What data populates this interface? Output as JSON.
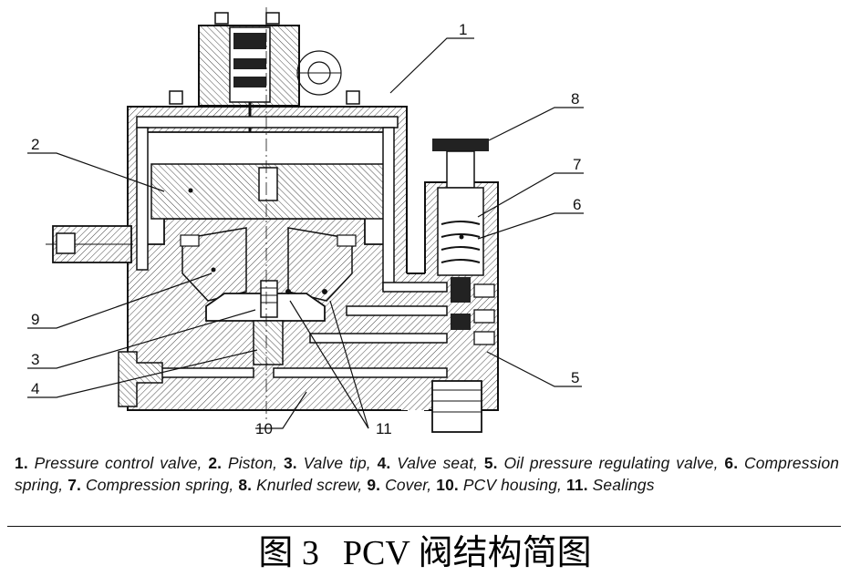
{
  "callouts": {
    "c1": "1",
    "c2": "2",
    "c3": "3",
    "c4": "4",
    "c5": "5",
    "c6": "6",
    "c7": "7",
    "c8": "8",
    "c9": "9",
    "c10": "10",
    "c11": "11"
  },
  "legend": [
    {
      "num": "1.",
      "name": "Pressure control valve,"
    },
    {
      "num": "2.",
      "name": "Piston,"
    },
    {
      "num": "3.",
      "name": "Valve tip,"
    },
    {
      "num": "4.",
      "name": "Valve seat,"
    },
    {
      "num": "5.",
      "name": "Oil pressure regulating valve,"
    },
    {
      "num": "6.",
      "name": "Compression spring,"
    },
    {
      "num": "7.",
      "name": "Compression spring,"
    },
    {
      "num": "8.",
      "name": "Knurled screw,"
    },
    {
      "num": "9.",
      "name": "Cover,"
    },
    {
      "num": "10.",
      "name": "PCV housing,"
    },
    {
      "num": "11.",
      "name": "Sealings"
    }
  ],
  "figure_title": {
    "label": "图 3",
    "text": "PCV 阀结构简图"
  }
}
